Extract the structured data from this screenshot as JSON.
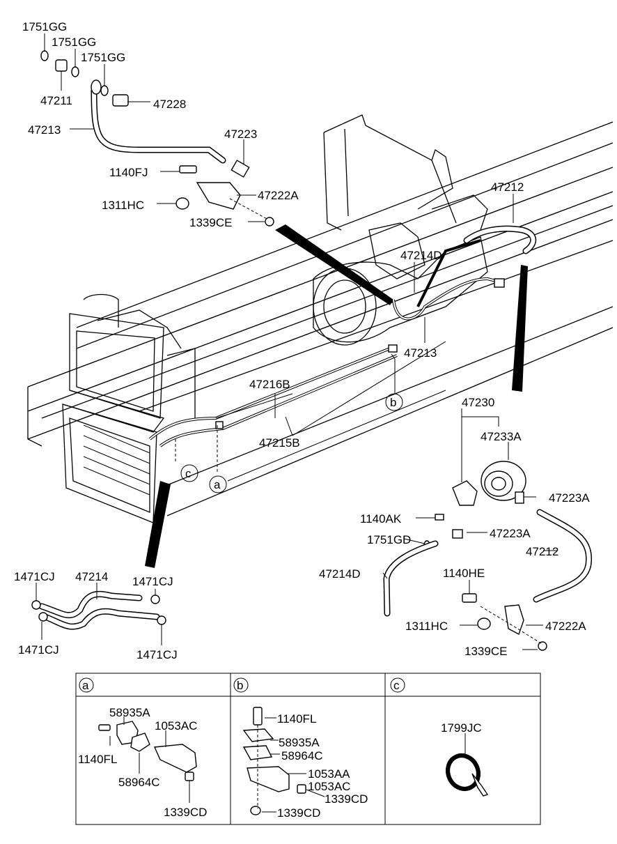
{
  "callouts": {
    "p_1751gg_1": "1751GG",
    "p_1751gg_2": "1751GG",
    "p_1751gg_3": "1751GG",
    "p_47211": "47211",
    "p_47228": "47228",
    "p_47213_top": "47213",
    "p_47223": "47223",
    "p_1140fj": "1140FJ",
    "p_47222a_top": "47222A",
    "p_1311hc_top": "1311HC",
    "p_1339ce_top": "1339CE",
    "p_47212_top": "47212",
    "p_47214d_top": "47214D",
    "p_47213_mid": "47213",
    "p_47216b": "47216B",
    "p_47215b": "47215B",
    "p_47230": "47230",
    "p_47233a": "47233A",
    "p_47223a_1": "47223A",
    "p_1140ak": "1140AK",
    "p_47223a_2": "47223A",
    "p_1751gd": "1751GD",
    "p_47212_right": "47212",
    "p_47214d_low": "47214D",
    "p_1140he": "1140HE",
    "p_1311hc_low": "1311HC",
    "p_47222a_low": "47222A",
    "p_1339ce_low": "1339CE",
    "p_1471cj_1": "1471CJ",
    "p_47214": "47214",
    "p_1471cj_2": "1471CJ",
    "p_1471cj_3": "1471CJ",
    "p_1471cj_4": "1471CJ"
  },
  "markers": {
    "a": "a",
    "b": "b",
    "c": "c"
  },
  "detail_table": {
    "headers": [
      "a",
      "b",
      "c"
    ],
    "panel_a": [
      "58935A",
      "1053AC",
      "1140FL",
      "58964C",
      "1339CD"
    ],
    "panel_b": [
      "1140FL",
      "58935A",
      "58964C",
      "1053AA",
      "1053AC",
      "1339CD",
      "1339CD"
    ],
    "panel_c": [
      "1799JC"
    ]
  }
}
